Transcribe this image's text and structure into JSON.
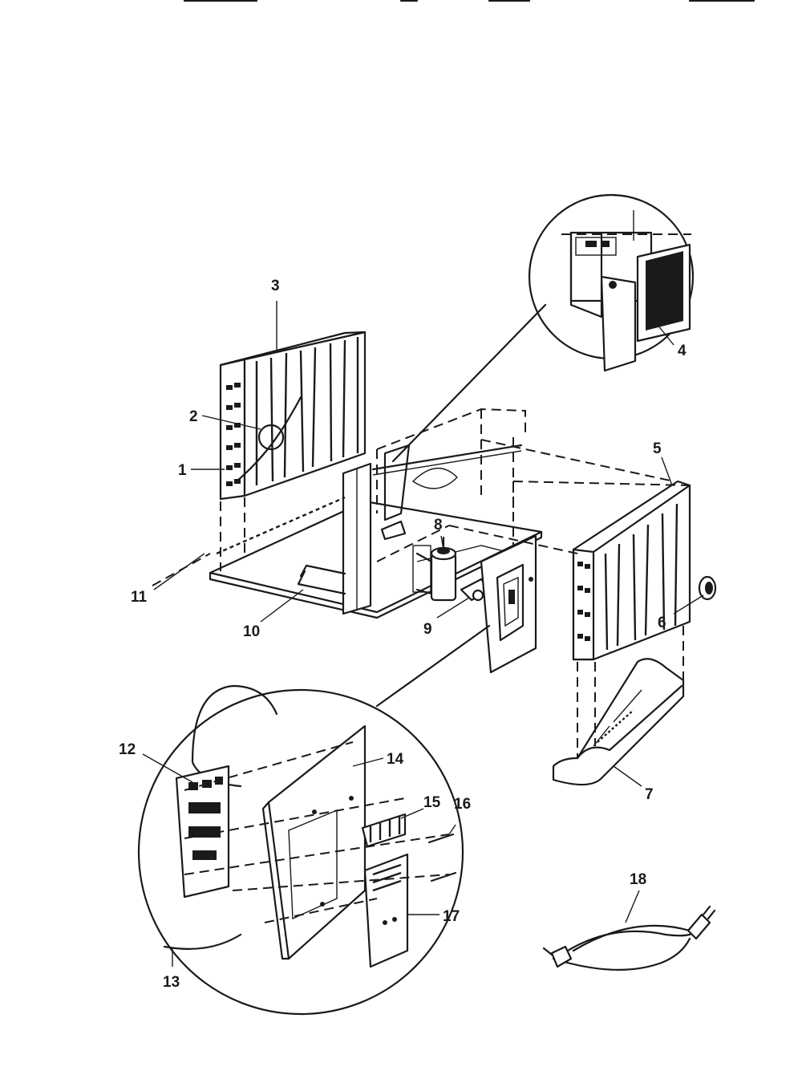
{
  "diagram": {
    "callouts": {
      "c1": "1",
      "c2": "2",
      "c3": "3",
      "c4": "4",
      "c5": "5",
      "c6": "6",
      "c7": "7",
      "c8": "8",
      "c9": "9",
      "c10": "10",
      "c11": "11",
      "c12": "12",
      "c13": "13",
      "c14": "14",
      "c15": "15",
      "c16": "16",
      "c17": "17",
      "c18": "18"
    },
    "line_color": "#1a1a1a",
    "background": "#ffffff"
  }
}
